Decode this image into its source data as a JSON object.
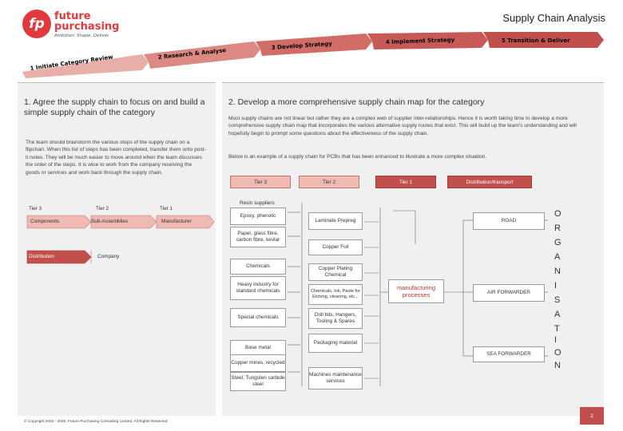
{
  "logo": {
    "mark": "fp",
    "name_line1": "future",
    "name_line2": "purchasing",
    "tagline": "Ambition. Shape. Deliver"
  },
  "title": "Supply Chain Analysis",
  "roadmap": {
    "steps": [
      {
        "label": "1 Initiate Category Review"
      },
      {
        "label": "2 Research & Analyse"
      },
      {
        "label": "3 Develop Strategy"
      },
      {
        "label": "4 Implement Strategy"
      },
      {
        "label": "5 Transition & Deliver"
      }
    ]
  },
  "left": {
    "heading": "1. Agree the supply chain to focus on and build a simple supply chain of the category",
    "body": "The team should brainstorm the various steps of the supply chain on a flipchart. When this list of steps has been completed, transfer them onto post-it notes. They will be much easier to move around when the team discusses the order of the steps. It is wise to work from the company receiving the goods or services and work back through the supply chain.",
    "tiers": [
      "Tier 3",
      "Tier 2",
      "Tier 1"
    ],
    "components": "Components",
    "sub_assemblies": "Sub-Assemblies",
    "manufacturer": "Manufacturer",
    "distribution": "Distribution",
    "company": "Company"
  },
  "right": {
    "heading": "2. Develop a more comprehensive supply chain map for the category",
    "body1": "Most supply chains are not linear but rather they are a complex web of supplier inter-relationships. Hence it is worth taking time to develop a more comprehensive supply chain map that incorporates the various alternative supply routes that exist. This will build up the team's understanding and will hopefully begin to prompt some questions about the effectiveness of the supply chain.",
    "body2": "Below is an example of a supply chain for PCBs that has been enhanced to illustrate a more complex situation.",
    "tiers": [
      "Tier 3",
      "Tier 2",
      "Tier 1",
      "Distribution/transport"
    ],
    "resin_suppliers": "Resin suppliers",
    "tier3_boxes": {
      "epoxy": "Epoxy, phenolic",
      "paper": "Paper, glass fibre, carbon fibre, kevlar",
      "chemicals": "Chemicals",
      "heavy": "Heavy industry for standard chemicals",
      "special": "Special chemicals",
      "base_metal": "Base metal",
      "copper_mines": "Copper mines, recycled",
      "steel": "Steel, Tungsten carbide steel"
    },
    "tier2_boxes": {
      "laminate": "Laminate Prepreg",
      "copper_foil": "Copper Foil",
      "copper_plating": "Copper Plating Chemical",
      "chemicals_ink": "Chemicals, Ink, Paste for Etching, cleaning, etc...",
      "drill": "Drill bits, Hangers, Tooling & Spares",
      "packaging": "Packaging material",
      "machines": "Machines maintenance services"
    },
    "tier1": "manufacturing processes",
    "distribution": {
      "road": "ROAD",
      "air": "AIR FORWARDER",
      "sea": "SEA FORWARDER"
    },
    "organisation": [
      "O",
      "R",
      "G",
      "A",
      "N",
      "I",
      "S",
      "A",
      "T",
      "I",
      "O",
      "N"
    ]
  },
  "footer": {
    "copyright": "© Copyright 2002 - 2020, Future Purchasing Consulting Limited, All Rights Reserved",
    "page": "2"
  },
  "colors": {
    "accent_red": "#e03a3e",
    "arrow_red": "#c1504d",
    "tier_pink": "#f0b9b1",
    "panel_grey": "#f0f0f0"
  }
}
